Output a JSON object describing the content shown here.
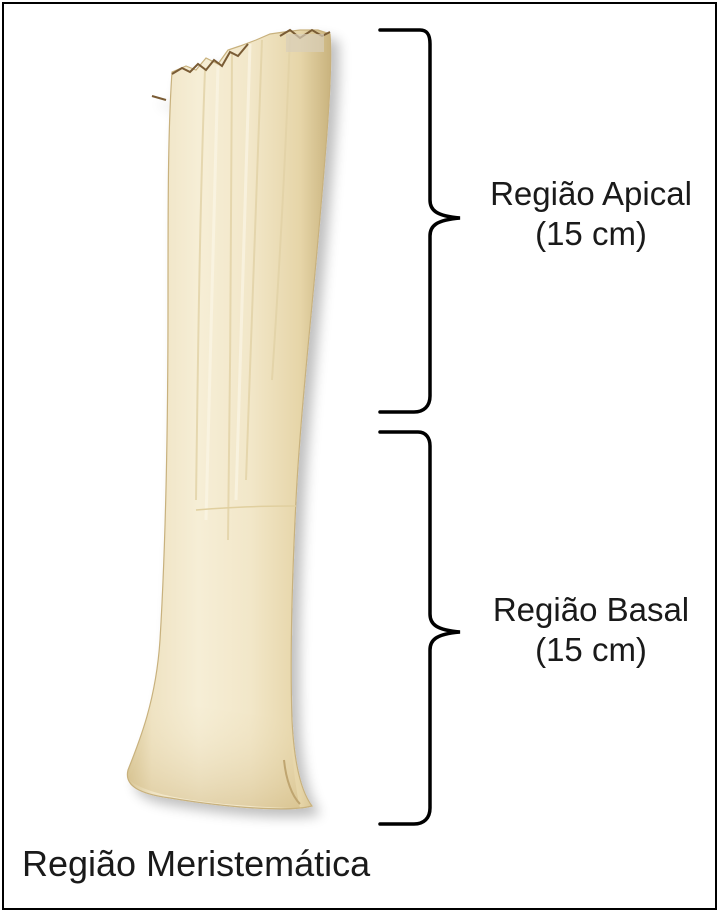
{
  "labels": {
    "apical": {
      "name": "Região Apical",
      "length": "(15 cm)"
    },
    "basal": {
      "name": "Região Basal",
      "length": "(15 cm)"
    },
    "meristematic": "Região Meristemática"
  },
  "colors": {
    "border": "#000000",
    "text": "#1a1a1a",
    "stalk_light": "#f4ead0",
    "stalk_mid": "#e9d9ae",
    "stalk_shadow": "#cdb883",
    "frayed_top": "#7a5c36"
  }
}
